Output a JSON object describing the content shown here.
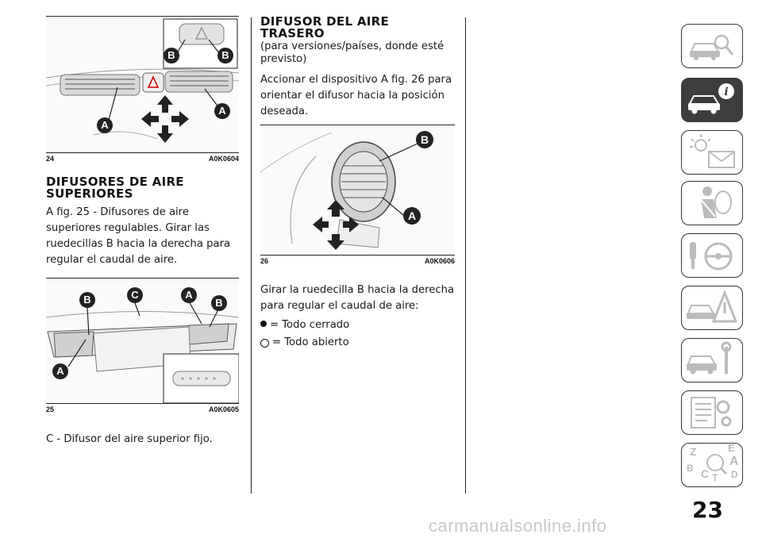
{
  "page": {
    "number": "23"
  },
  "figures": {
    "fig24": {
      "number": "24",
      "code": "A0K0604",
      "labels": {
        "a": "A",
        "b": "B"
      }
    },
    "fig25": {
      "number": "25",
      "code": "A0K0605",
      "labels": {
        "a": "A",
        "b": "B",
        "c": "C"
      }
    },
    "fig26": {
      "number": "26",
      "code": "A0K0606",
      "labels": {
        "a": "A",
        "b": "B"
      }
    }
  },
  "left_column": {
    "heading_line1": "DIFUSORES DE AIRE",
    "heading_line2": "SUPERIORES",
    "paragraph": "A fig. 25 - Difusores de aire superiores regulables. Girar las ruedecillas B hacia la derecha para regular el caudal de aire.",
    "caption_c": "C - Difusor del aire superior fijo."
  },
  "middle_column": {
    "heading_line1": "DIFUSOR DEL AIRE",
    "heading_line2": "TRASERO",
    "subtitle": "(para versiones/países, donde esté previsto)",
    "paragraph1": "Accionar el dispositivo A fig. 26 para orientar el difusor hacia la posición deseada.",
    "paragraph2": "Girar la ruedecilla B hacia la derecha para regular el caudal de aire:",
    "closed_item": "= Todo cerrado",
    "open_item": "= Todo abierto"
  },
  "sidebar": {
    "tabs": [
      {
        "icon": "car-search-icon",
        "active": false
      },
      {
        "icon": "car-info-icon",
        "active": true
      },
      {
        "icon": "warning-light-envelope-icon",
        "active": false
      },
      {
        "icon": "seatbelt-airbag-icon",
        "active": false
      },
      {
        "icon": "key-steering-wheel-icon",
        "active": false
      },
      {
        "icon": "car-warning-triangle-icon",
        "active": false
      },
      {
        "icon": "car-wrench-icon",
        "active": false
      },
      {
        "icon": "spec-sheet-gear-icon",
        "active": false
      },
      {
        "icon": "alphabetical-index-icon",
        "active": false
      }
    ],
    "index_letters": [
      "Z",
      "E",
      "A",
      "B",
      "C",
      "T",
      "D"
    ]
  },
  "watermark": "carmanualsonline.info"
}
